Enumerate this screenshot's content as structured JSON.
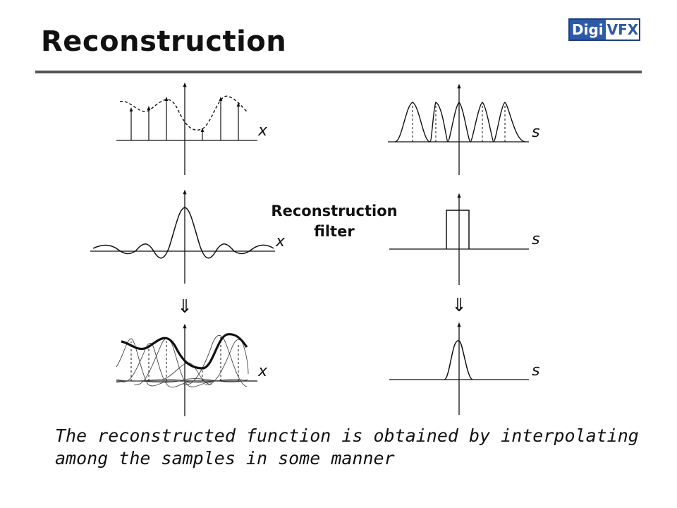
{
  "slide": {
    "title": "Reconstruction",
    "logo": {
      "part1": "Digi",
      "part2": "VFX"
    },
    "caption": {
      "line1": "The reconstructed function is obtained by interpolating",
      "line2": "among the samples in some manner"
    }
  },
  "figure": {
    "filter_label": {
      "line1": "Reconstruction",
      "line2": "filter"
    },
    "axis_labels": {
      "row1_left": "x",
      "row1_right": "s",
      "row2_left": "x",
      "row2_right": "s",
      "row3_left": "x",
      "row3_right": "s"
    },
    "arrow_symbol": "⇓"
  },
  "colors": {
    "accent": "#2c5aa8",
    "rule": "#555555",
    "line": "#111111"
  }
}
